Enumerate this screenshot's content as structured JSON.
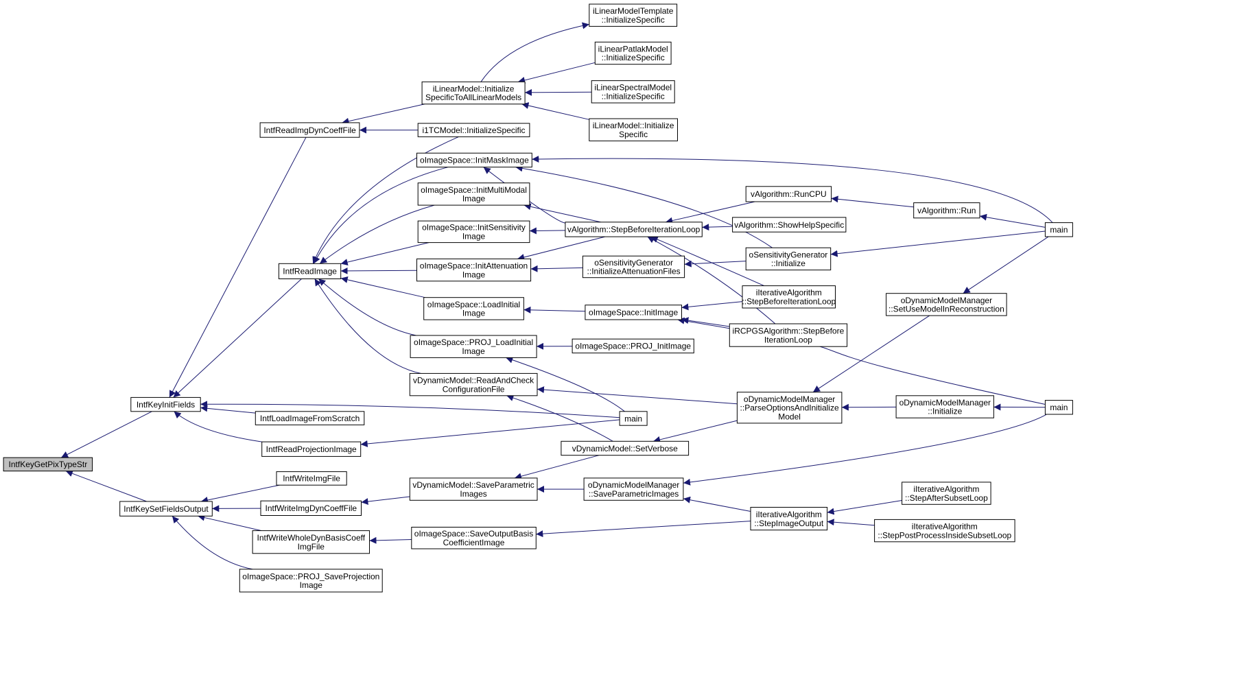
{
  "graph": {
    "edge_color": "#191970",
    "root_fill": "#bfbfbf",
    "node_fill": "#ffffff",
    "nodes": [
      {
        "id": "pixtype",
        "label": [
          "IntfKeyGetPixTypeStr"
        ],
        "root": true
      },
      {
        "id": "keyinit",
        "label": [
          "IntfKeyInitFields"
        ]
      },
      {
        "id": "keyset",
        "label": [
          "IntfKeySetFieldsOutput"
        ]
      },
      {
        "id": "readdyn",
        "label": [
          "IntfReadImgDynCoeffFile"
        ]
      },
      {
        "id": "readimage",
        "label": [
          "IntfReadImage"
        ]
      },
      {
        "id": "loadscratch",
        "label": [
          "IntfLoadImageFromScratch"
        ]
      },
      {
        "id": "readproj",
        "label": [
          "IntfReadProjectionImage"
        ]
      },
      {
        "id": "writeimg",
        "label": [
          "IntfWriteImgFile"
        ]
      },
      {
        "id": "writedyn",
        "label": [
          "IntfWriteImgDynCoeffFile"
        ]
      },
      {
        "id": "writewhole",
        "label": [
          "IntfWriteWholeDynBasisCoeff",
          "ImgFile"
        ]
      },
      {
        "id": "projsave",
        "label": [
          "oImageSpace::PROJ_SaveProjection",
          "Image"
        ]
      },
      {
        "id": "linmodel",
        "label": [
          "iLinearModel::Initialize",
          "SpecificToAllLinearModels"
        ]
      },
      {
        "id": "i1tc",
        "label": [
          "i1TCModel::InitializeSpecific"
        ]
      },
      {
        "id": "initmask",
        "label": [
          "oImageSpace::InitMaskImage"
        ]
      },
      {
        "id": "initmulti",
        "label": [
          "oImageSpace::InitMultiModal",
          "Image"
        ]
      },
      {
        "id": "initsens",
        "label": [
          "oImageSpace::InitSensitivity",
          "Image"
        ]
      },
      {
        "id": "initatt",
        "label": [
          "oImageSpace::InitAttenuation",
          "Image"
        ]
      },
      {
        "id": "loadinit",
        "label": [
          "oImageSpace::LoadInitial",
          "Image"
        ]
      },
      {
        "id": "projload",
        "label": [
          "oImageSpace::PROJ_LoadInitial",
          "Image"
        ]
      },
      {
        "id": "readcheck",
        "label": [
          "vDynamicModel::ReadAndCheck",
          "ConfigurationFile"
        ]
      },
      {
        "id": "saveparam",
        "label": [
          "vDynamicModel::SaveParametric",
          "Images"
        ]
      },
      {
        "id": "saveout",
        "label": [
          "oImageSpace::SaveOutputBasis",
          "CoefficientImage"
        ]
      },
      {
        "id": "lintemplate",
        "label": [
          "iLinearModelTemplate",
          "::InitializeSpecific"
        ]
      },
      {
        "id": "linpatlak",
        "label": [
          "iLinearPatlakModel",
          "::InitializeSpecific"
        ]
      },
      {
        "id": "linspectral",
        "label": [
          "iLinearSpectralModel",
          "::InitializeSpecific"
        ]
      },
      {
        "id": "linspecific",
        "label": [
          "iLinearModel::Initialize",
          "Specific"
        ]
      },
      {
        "id": "stepbefore",
        "label": [
          "vAlgorithm::StepBeforeIterationLoop"
        ]
      },
      {
        "id": "sensatt",
        "label": [
          "oSensitivityGenerator",
          "::InitializeAttenuationFiles"
        ]
      },
      {
        "id": "initimage",
        "label": [
          "oImageSpace::InitImage"
        ]
      },
      {
        "id": "projinit",
        "label": [
          "oImageSpace::PROJ_InitImage"
        ]
      },
      {
        "id": "main1",
        "label": [
          "main"
        ]
      },
      {
        "id": "setverbose",
        "label": [
          "vDynamicModel::SetVerbose"
        ]
      },
      {
        "id": "mgrsave",
        "label": [
          "oDynamicModelManager",
          "::SaveParametricImages"
        ]
      },
      {
        "id": "runcpu",
        "label": [
          "vAlgorithm::RunCPU"
        ]
      },
      {
        "id": "showhelp",
        "label": [
          "vAlgorithm::ShowHelpSpecific"
        ]
      },
      {
        "id": "sensinit",
        "label": [
          "oSensitivityGenerator",
          "::Initialize"
        ]
      },
      {
        "id": "iterstep",
        "label": [
          "iIterativeAlgorithm",
          "::StepBeforeIterationLoop"
        ]
      },
      {
        "id": "rcpgs",
        "label": [
          "iRCPGSAlgorithm::StepBefore",
          "IterationLoop"
        ]
      },
      {
        "id": "parseopt",
        "label": [
          "oDynamicModelManager",
          "::ParseOptionsAndInitialize",
          "Model"
        ]
      },
      {
        "id": "stepimgout",
        "label": [
          "iIterativeAlgorithm",
          "::StepImageOutput"
        ]
      },
      {
        "id": "run",
        "label": [
          "vAlgorithm::Run"
        ]
      },
      {
        "id": "setuse",
        "label": [
          "oDynamicModelManager",
          "::SetUseModelInReconstruction"
        ]
      },
      {
        "id": "mgrinit",
        "label": [
          "oDynamicModelManager",
          "::Initialize"
        ]
      },
      {
        "id": "afterloop",
        "label": [
          "iIterativeAlgorithm",
          "::StepAfterSubsetLoop"
        ]
      },
      {
        "id": "postproc",
        "label": [
          "iIterativeAlgorithm",
          "::StepPostProcessInsideSubsetLoop"
        ]
      },
      {
        "id": "main2",
        "label": [
          "main"
        ]
      },
      {
        "id": "main3",
        "label": [
          "main"
        ]
      }
    ]
  }
}
